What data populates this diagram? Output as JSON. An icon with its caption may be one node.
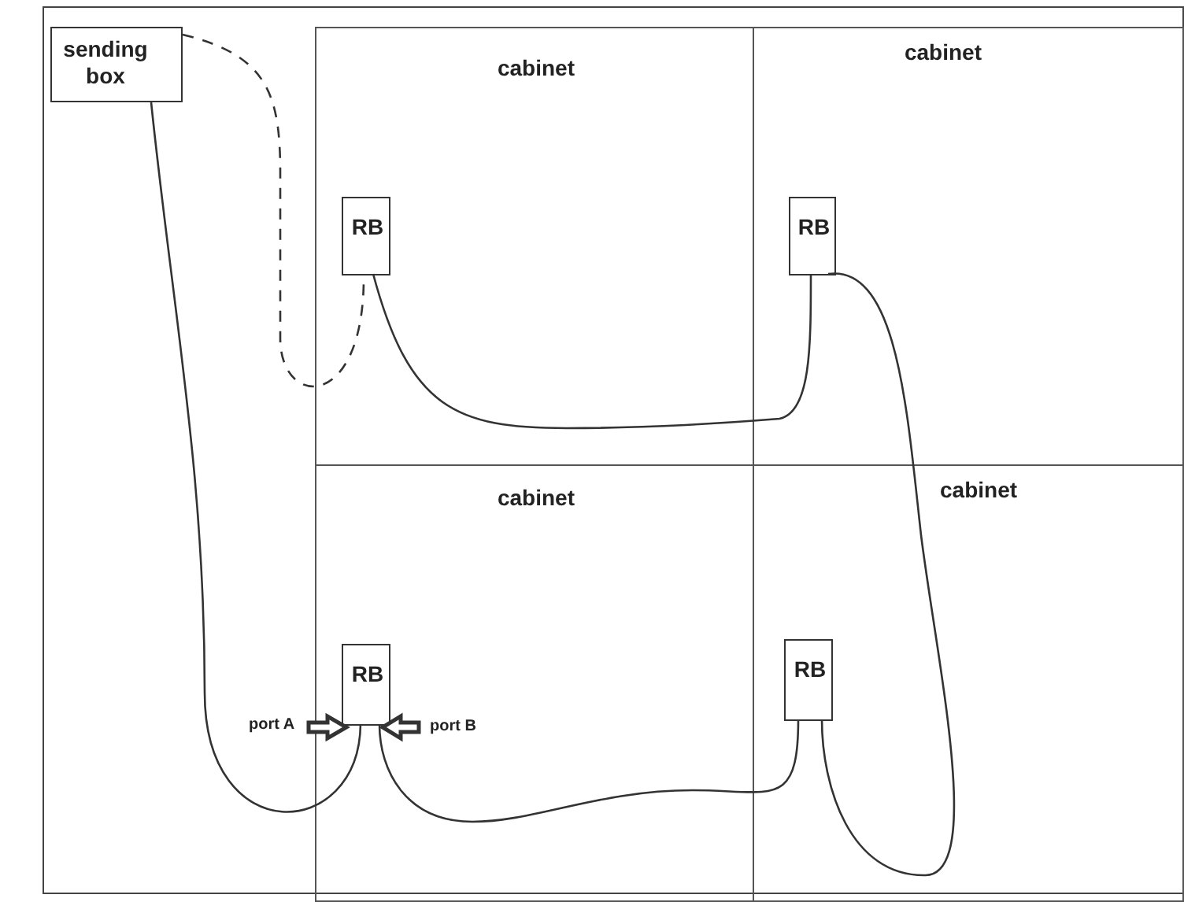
{
  "diagram": {
    "nodes": [
      {
        "text": [
          "sending box"
        ]
      },
      {
        "text": [
          "cabinet"
        ]
      },
      {
        "text": [
          "RB"
        ],
        "in": 1
      },
      {
        "text": [
          "cabinet"
        ]
      },
      {
        "text": [
          "RB"
        ],
        "in": 3
      },
      {
        "text": [
          "cabinet"
        ]
      },
      {
        "text": [
          "RB"
        ],
        "in": 5
      },
      {
        "text": [
          "cabinet"
        ]
      },
      {
        "text": [
          "RB"
        ],
        "in": 7
      },
      {
        "text": [
          "port A"
        ]
      },
      {
        "text": [
          "port B"
        ],
        "in": 5
      }
    ],
    "edges": [
      {
        "from": 0,
        "to": 2,
        "arrow": "none",
        "style": "dashed"
      },
      {
        "from": 0,
        "to": 6,
        "arrow": "none"
      },
      {
        "from": 2,
        "to": 4,
        "arrow": "none"
      },
      {
        "from": 4,
        "to": 8,
        "arrow": "none"
      },
      {
        "from": 8,
        "to": 6,
        "arrow": "none"
      },
      {
        "from": 9,
        "to": 6,
        "arrow": "to",
        "style": "thick"
      },
      {
        "from": 10,
        "to": 6,
        "arrow": "to",
        "style": "thick"
      }
    ]
  }
}
